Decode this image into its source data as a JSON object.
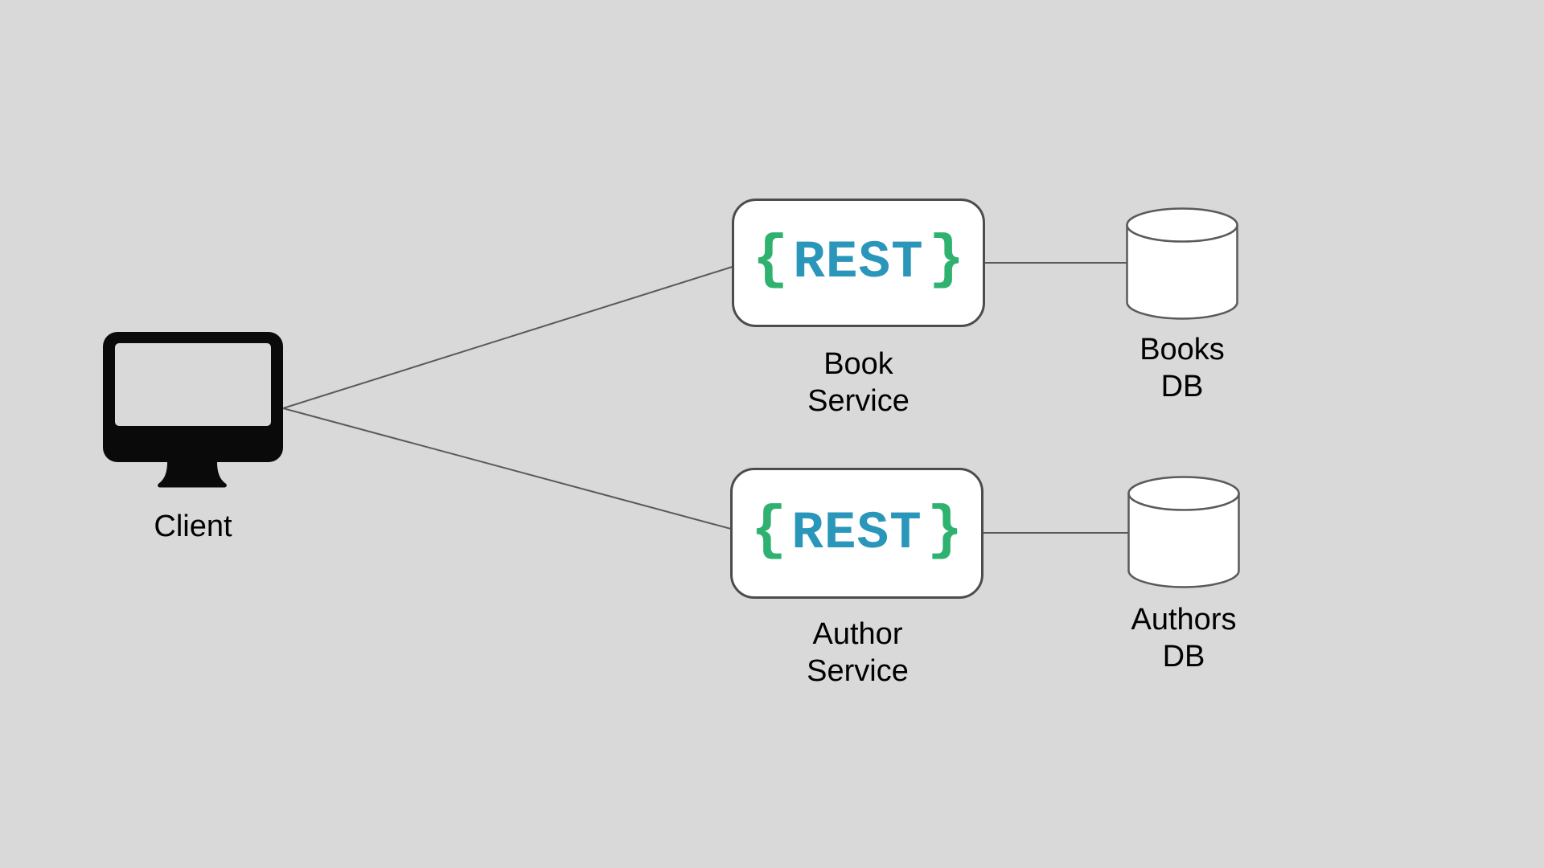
{
  "diagram": {
    "type": "architecture-diagram",
    "colors": {
      "background": "#d9d9d9",
      "node_fill": "#ffffff",
      "node_border": "#4c4c4c",
      "connector_line": "#5a5a5a",
      "label_text": "#000000",
      "rest_text_blue": "#2a96ba",
      "rest_brace_green": "#2fb170",
      "client_icon_black": "#0a0a0a"
    },
    "nodes": {
      "client": {
        "icon": "desktop-monitor-icon",
        "label": "Client"
      },
      "book_service": {
        "logo": {
          "brace_left": "{",
          "text": "REST",
          "brace_right": "}"
        },
        "label_line1": "Book",
        "label_line2": "Service"
      },
      "author_service": {
        "logo": {
          "brace_left": "{",
          "text": "REST",
          "brace_right": "}"
        },
        "label_line1": "Author",
        "label_line2": "Service"
      },
      "books_db": {
        "icon": "database-cylinder-icon",
        "label_line1": "Books",
        "label_line2": "DB"
      },
      "authors_db": {
        "icon": "database-cylinder-icon",
        "label_line1": "Authors",
        "label_line2": "DB"
      }
    },
    "edges": [
      {
        "from": "Client",
        "to": "Book Service"
      },
      {
        "from": "Client",
        "to": "Author Service"
      },
      {
        "from": "Book Service",
        "to": "Books DB"
      },
      {
        "from": "Author Service",
        "to": "Authors DB"
      }
    ]
  }
}
